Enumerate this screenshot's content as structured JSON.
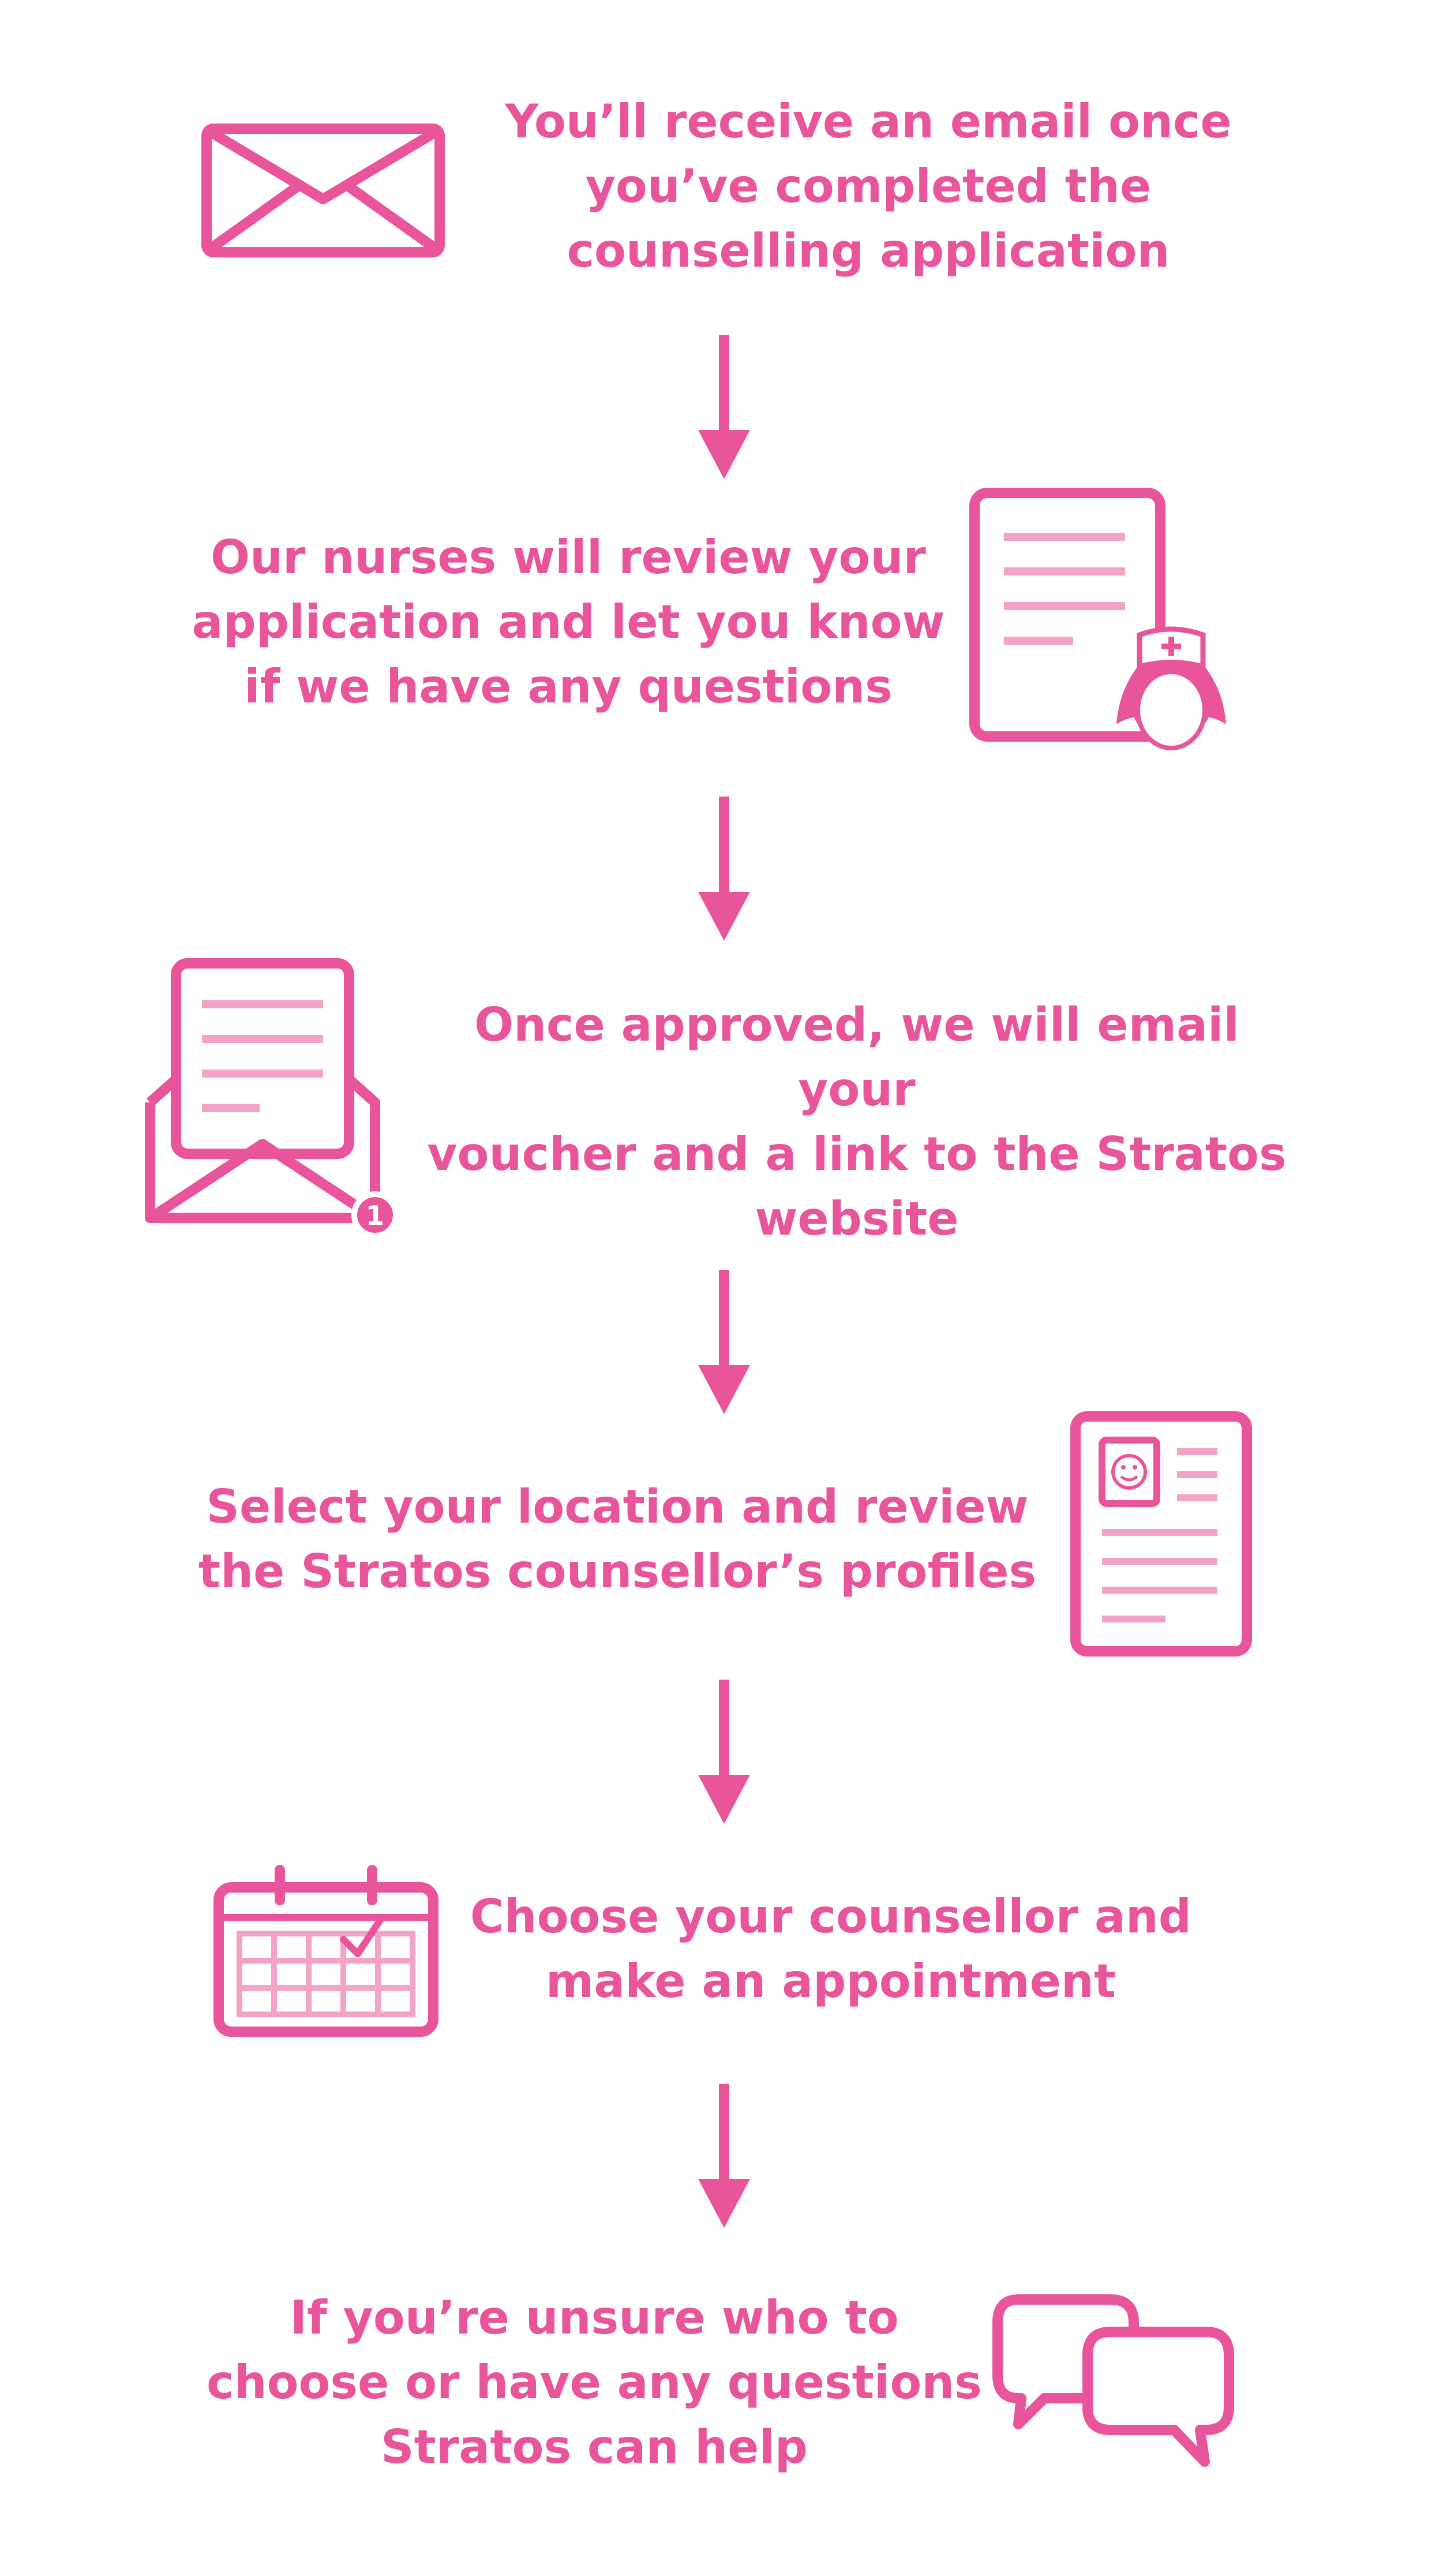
{
  "colors": {
    "primary": "#e8559a",
    "light": "#f3a3c6",
    "background": "#ffffff"
  },
  "steps": [
    {
      "icon": "envelope-icon",
      "text": "You’ll receive an email once\nyou’ve completed the\ncounselling application"
    },
    {
      "icon": "nurse-document-icon",
      "text": "Our nurses will review your\napplication and let you know\nif we have any questions"
    },
    {
      "icon": "open-envelope-letter-icon",
      "text": "Once approved, we will email your\nvoucher and a link to the Stratos\nwebsite"
    },
    {
      "icon": "profile-document-icon",
      "text": "Select your location and review\nthe Stratos counsellor’s profiles"
    },
    {
      "icon": "calendar-icon",
      "text": "Choose your counsellor and\nmake an appointment"
    },
    {
      "icon": "speech-bubbles-icon",
      "text": "If you’re unsure who to\nchoose or have any questions\nStratos can help"
    }
  ],
  "badge": {
    "count": "1"
  }
}
